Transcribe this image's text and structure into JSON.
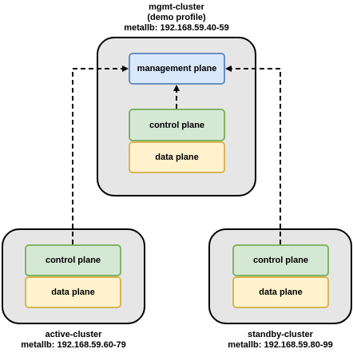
{
  "mgmt_cluster": {
    "name": "mgmt-cluster",
    "profile": "(demo profile)",
    "metallb": "metallb: 192.168.59.40-59",
    "management_plane": "management plane",
    "control_plane": "control plane",
    "data_plane": "data plane"
  },
  "active_cluster": {
    "name": "active-cluster",
    "metallb": "metallb: 192.168.59.60-79",
    "control_plane": "control plane",
    "data_plane": "data plane"
  },
  "standby_cluster": {
    "name": "standby-cluster",
    "metallb": "metallb: 192.168.59.80-99",
    "control_plane": "control plane",
    "data_plane": "data plane"
  },
  "colors": {
    "cluster_fill": "#e6e6e6",
    "management_fill": "#dae8fc",
    "management_border": "#6c8ebf",
    "control_fill": "#d5e8d4",
    "control_border": "#82b366",
    "data_fill": "#fff2cc",
    "data_border": "#d6b656"
  }
}
